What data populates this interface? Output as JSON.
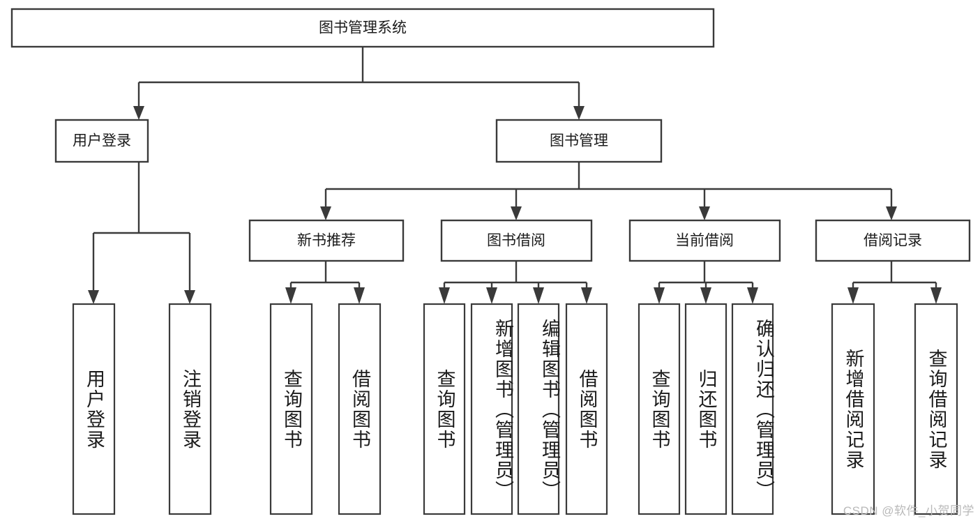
{
  "diagram": {
    "title": "图书管理系统",
    "type": "hierarchy-tree",
    "watermark": "CSDN @软件_小贺同学",
    "colors": {
      "stroke": "#3a3a3a",
      "box_fill": "#ffffff",
      "text": "#1b1b1b",
      "background": "#ffffff",
      "watermark": "#b9b9b9"
    },
    "levels": {
      "root": {
        "label": "图书管理系统"
      },
      "level2": [
        {
          "label": "用户登录"
        },
        {
          "label": "图书管理"
        }
      ],
      "level3": [
        {
          "label": "新书推荐"
        },
        {
          "label": "图书借阅"
        },
        {
          "label": "当前借阅"
        },
        {
          "label": "借阅记录"
        }
      ],
      "leaves": {
        "user_login": [
          {
            "label": "用户登录"
          },
          {
            "label": "注销登录"
          }
        ],
        "new_book_recommend": [
          {
            "label": "查询图书"
          },
          {
            "label": "借阅图书"
          }
        ],
        "book_borrow": [
          {
            "label": "查询图书"
          },
          {
            "label": "新增图书（管理员）"
          },
          {
            "label": "编辑图书（管理员）"
          },
          {
            "label": "借阅图书"
          }
        ],
        "current_borrow": [
          {
            "label": "查询图书"
          },
          {
            "label": "归还图书"
          },
          {
            "label": "确认归还（管理员）"
          }
        ],
        "borrow_record": [
          {
            "label": "新增借阅记录"
          },
          {
            "label": "查询借阅记录"
          }
        ]
      }
    }
  }
}
